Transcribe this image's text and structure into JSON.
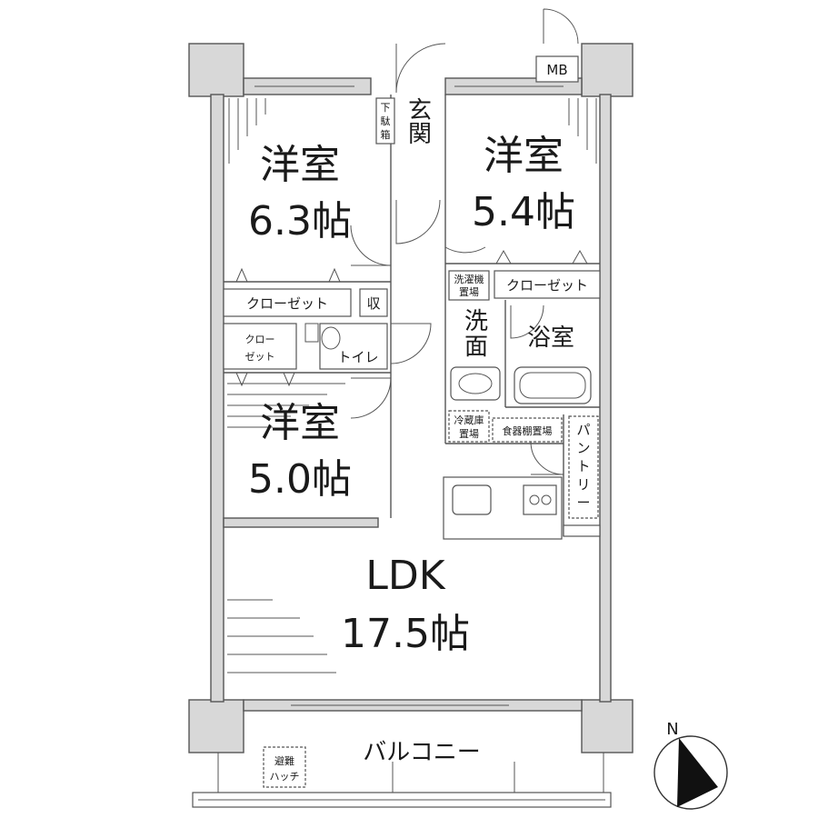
{
  "rooms": {
    "room1": {
      "name": "洋室",
      "size": "6.3帖"
    },
    "room2": {
      "name": "洋室",
      "size": "5.4帖"
    },
    "room3": {
      "name": "洋室",
      "size": "5.0帖"
    },
    "ldk": {
      "name": "LDK",
      "size": "17.5帖"
    },
    "entrance": "玄関",
    "shoe_box": [
      "下",
      "駄",
      "箱"
    ],
    "closet1": "クローゼット",
    "closet2": "クローゼット",
    "closet3": [
      "クロー",
      "ゼット"
    ],
    "storage": "収",
    "toilet": "トイレ",
    "washroom": [
      "洗",
      "面"
    ],
    "bathroom": "浴室",
    "washer_space": [
      "洗濯機",
      "置場"
    ],
    "fridge_space": [
      "冷蔵庫",
      "置場"
    ],
    "cupboard_space": "食器棚置場",
    "pantry": [
      "パ",
      "ン",
      "ト",
      "リ",
      "ー"
    ],
    "mb": "MB",
    "balcony": "バルコニー",
    "escape_hatch": [
      "避難",
      "ハッチ"
    ]
  },
  "compass": {
    "label": "N"
  }
}
